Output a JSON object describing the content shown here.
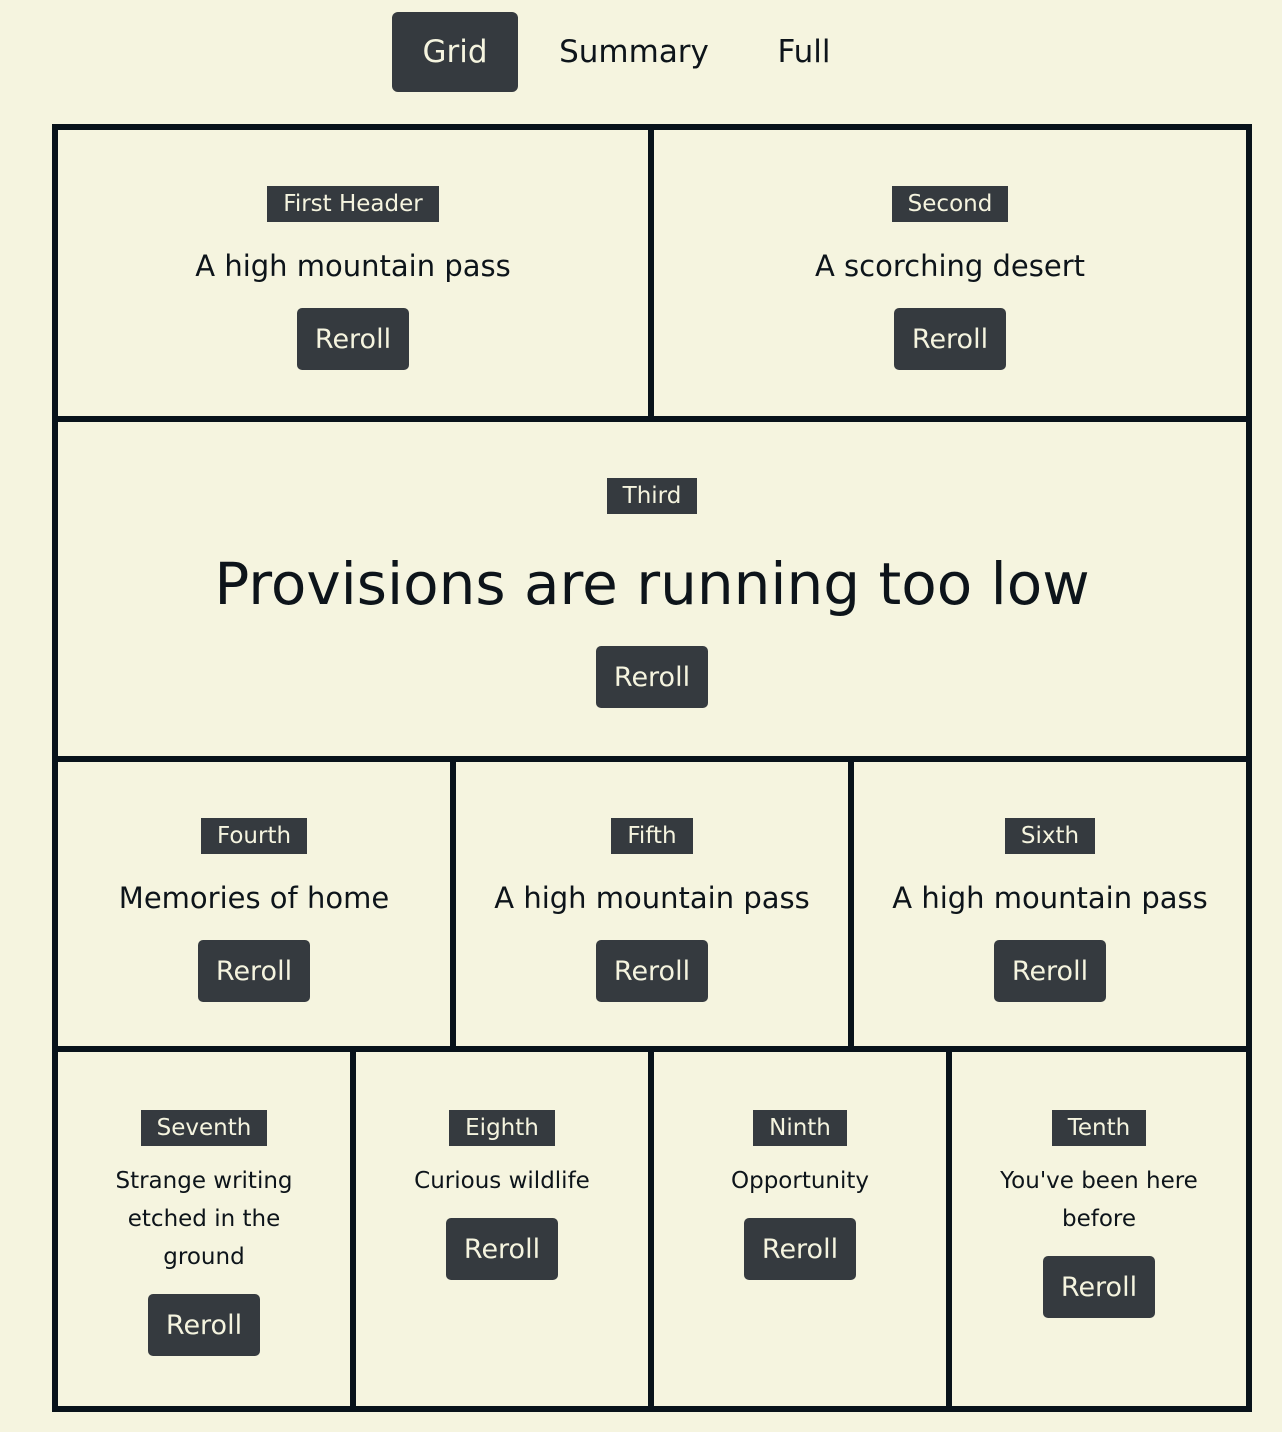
{
  "tabs": {
    "grid": "Grid",
    "summary": "Summary",
    "full": "Full"
  },
  "reroll_label": "Reroll",
  "cells": [
    {
      "header": "First Header",
      "text": "A high mountain pass"
    },
    {
      "header": "Second",
      "text": "A scorching desert"
    },
    {
      "header": "Third",
      "text": "Provisions are running too low"
    },
    {
      "header": "Fourth",
      "text": "Memories of home"
    },
    {
      "header": "Fifth",
      "text": "A high mountain pass"
    },
    {
      "header": "Sixth",
      "text": "A high mountain pass"
    },
    {
      "header": "Seventh",
      "text": "Strange writing etched in the ground"
    },
    {
      "header": "Eighth",
      "text": "Curious wildlife"
    },
    {
      "header": "Ninth",
      "text": "Opportunity"
    },
    {
      "header": "Tenth",
      "text": "You've been here before"
    }
  ]
}
